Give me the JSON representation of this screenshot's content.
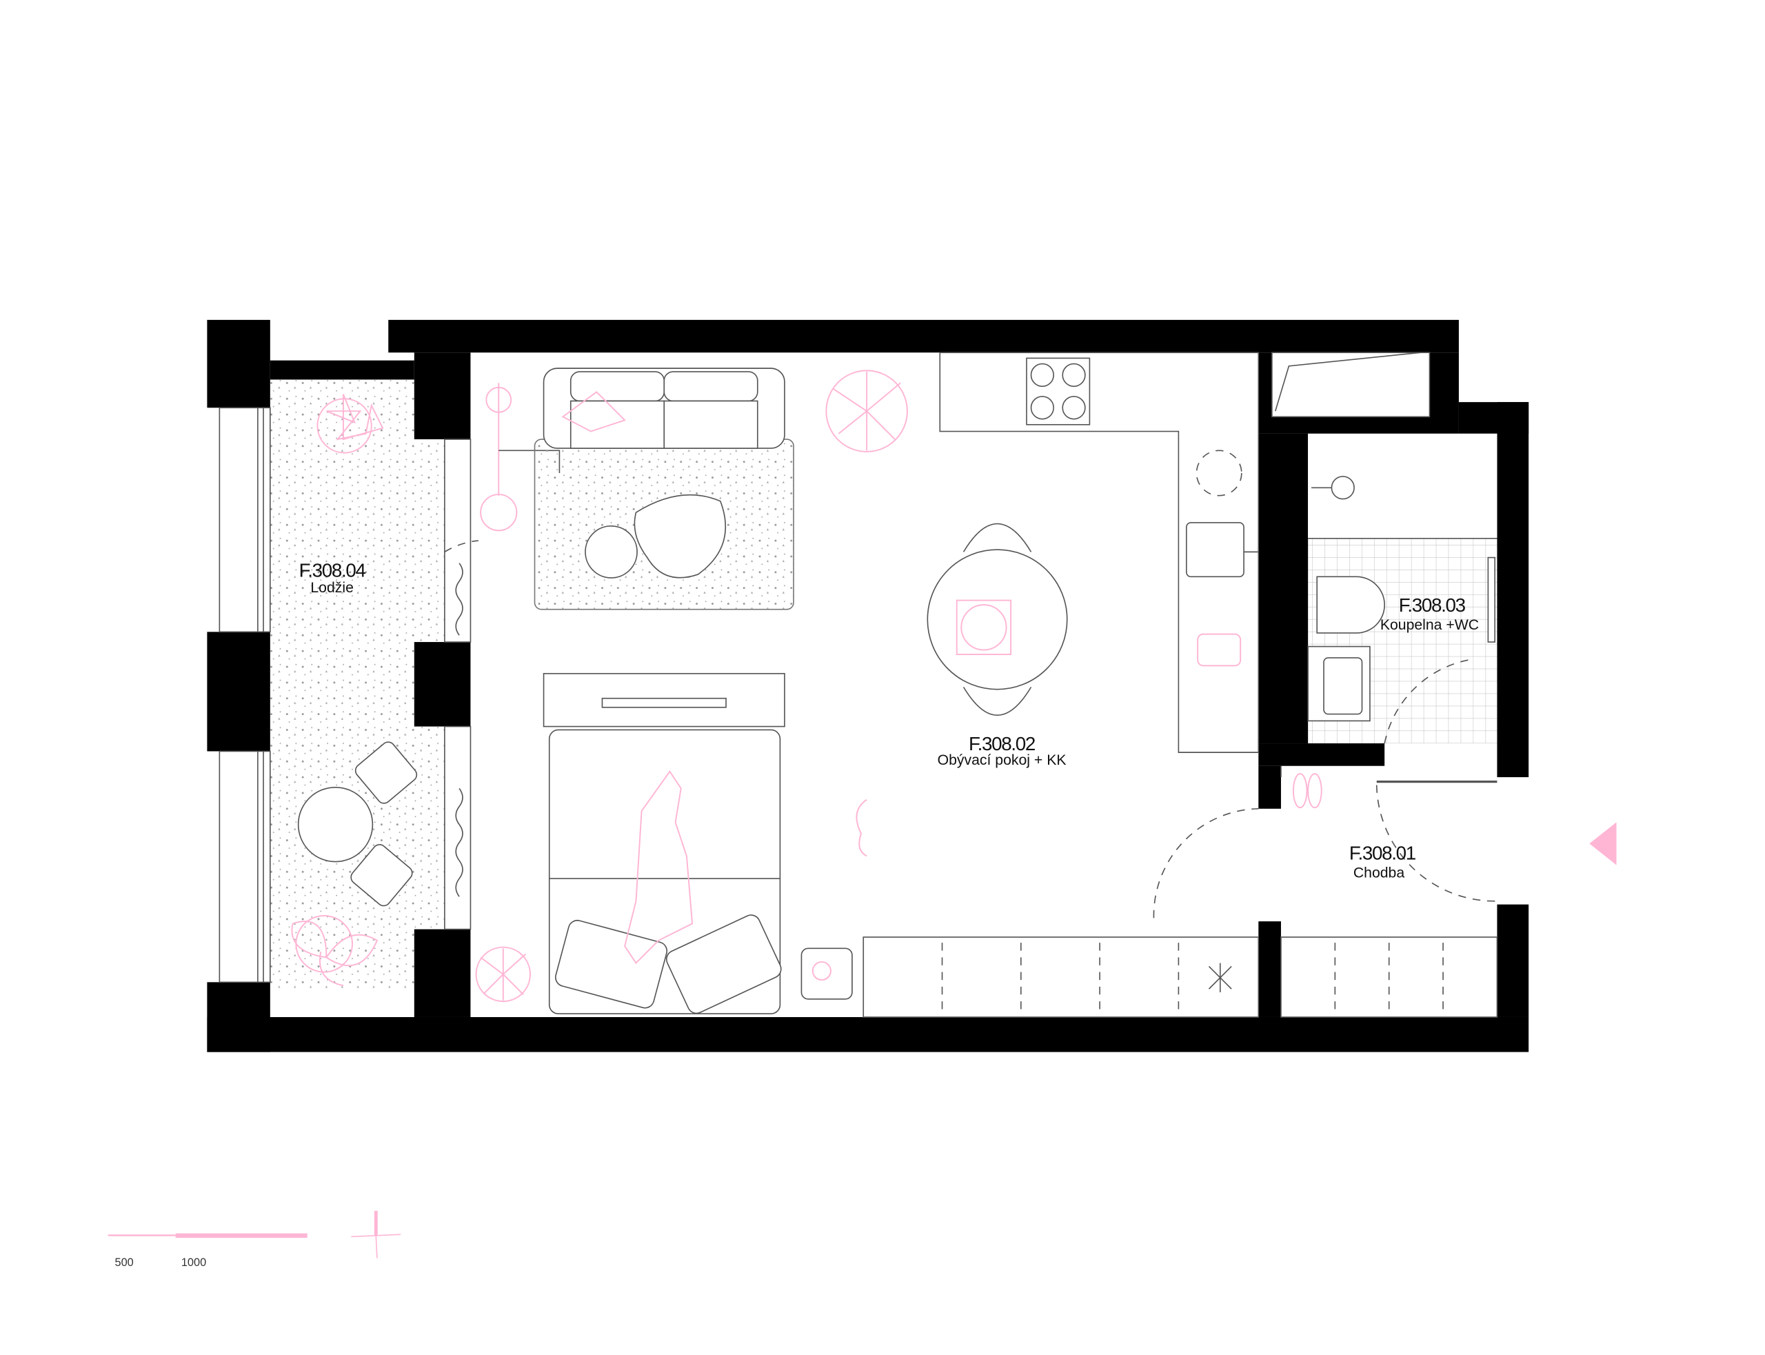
{
  "plan": {
    "rooms": [
      {
        "code": "F.308.04",
        "name": "Lodžie"
      },
      {
        "code": "F.308.02",
        "name": "Obývací pokoj + KK"
      },
      {
        "code": "F.308.03",
        "name": "Koupelna +WC"
      },
      {
        "code": "F.308.01",
        "name": "Chodba"
      }
    ]
  },
  "scale_bar": {
    "labels": [
      "500",
      "1000"
    ]
  },
  "colors": {
    "wall": "#000000",
    "accent": "#ffb6d5",
    "line": "#555555"
  },
  "icons": [
    "entrance-arrow-icon",
    "north-arrow-icon",
    "plant-icon",
    "pizza-icon",
    "cat-icon",
    "slippers-icon",
    "toaster-icon"
  ]
}
